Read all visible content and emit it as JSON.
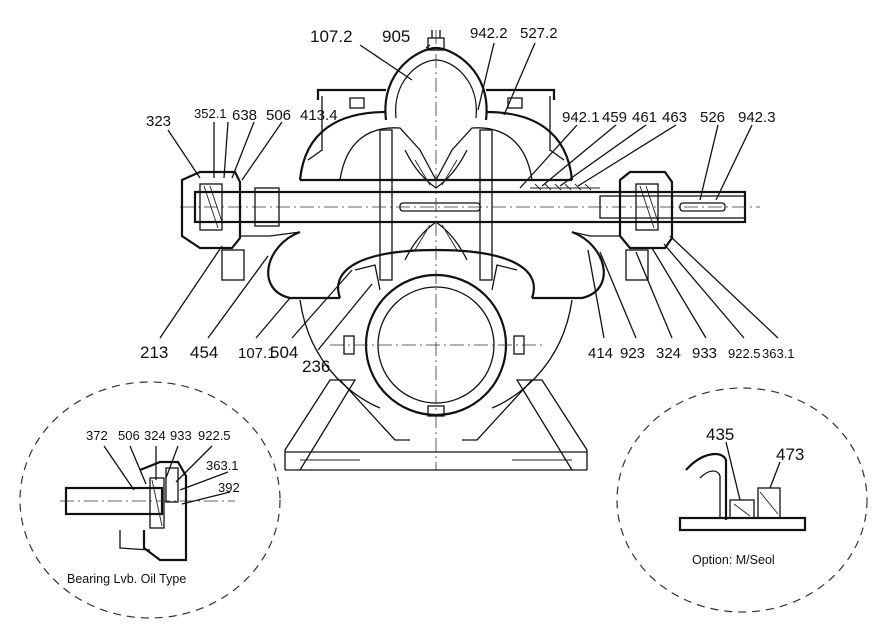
{
  "labels": {
    "l107_2": "107.2",
    "l905": "905",
    "l942_2": "942.2",
    "l527_2": "527.2",
    "l323": "323",
    "l352_1": "352.1",
    "l638": "638",
    "l506": "506",
    "l413_4": "413.4",
    "l942_1": "942.1",
    "l459": "459",
    "l461": "461",
    "l463": "463",
    "l526": "526",
    "l942_3": "942.3",
    "l213": "213",
    "l454": "454",
    "l107_1": "107.1",
    "l504": "504",
    "l236": "236",
    "l414": "414",
    "l923": "923",
    "l324": "324",
    "l933": "933",
    "l922_5": "922.5",
    "l363_1": "363.1"
  },
  "detail_left": {
    "l372": "372",
    "l506": "506",
    "l324": "324",
    "l933": "933",
    "l922_5": "922.5",
    "l363_1": "363.1",
    "l392": "392",
    "caption": "Bearing Lvb. Oil Type"
  },
  "detail_right": {
    "l435": "435",
    "l473": "473",
    "caption": "Option: M/Seol"
  }
}
